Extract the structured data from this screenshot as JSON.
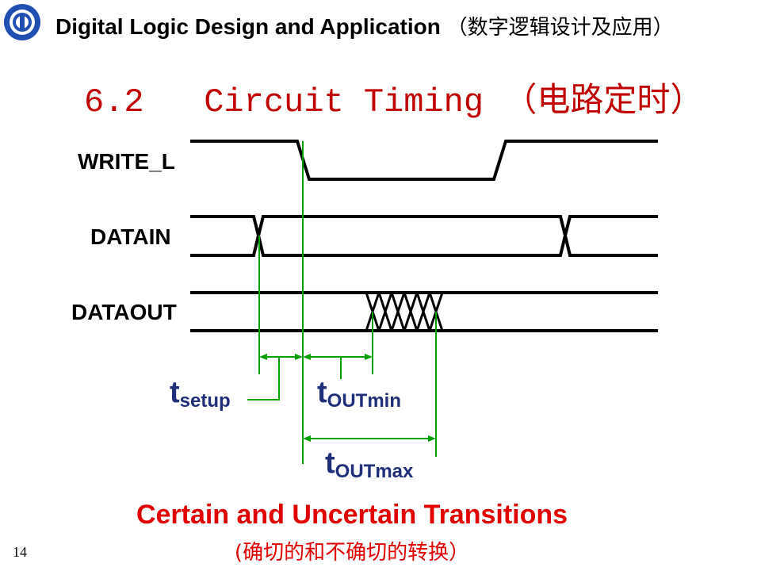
{
  "header": {
    "course_title": "Digital Logic Design and Application",
    "course_title_cn": "（数字逻辑设计及应用）"
  },
  "slide": {
    "title": "6.2   Circuit Timing",
    "title_cn": "（电路定时）",
    "page_number": "14"
  },
  "signals": {
    "write_l": "WRITE_L",
    "datain": "DATAIN",
    "dataout": "DATAOUT"
  },
  "timing": {
    "setup": {
      "t": "t",
      "sub": "setup"
    },
    "out_min": {
      "t": "t",
      "sub": "OUTmin"
    },
    "out_max": {
      "t": "t",
      "sub": "OUTmax"
    }
  },
  "caption": {
    "en": "Certain and Uncertain Transitions",
    "cn": "(确切的和不确切的转换）"
  },
  "colors": {
    "accent_red": "#e00000",
    "title_red": "#c00000",
    "timing_green": "#00a000",
    "label_blue": "#1f2f7a",
    "waveform": "#000000"
  }
}
